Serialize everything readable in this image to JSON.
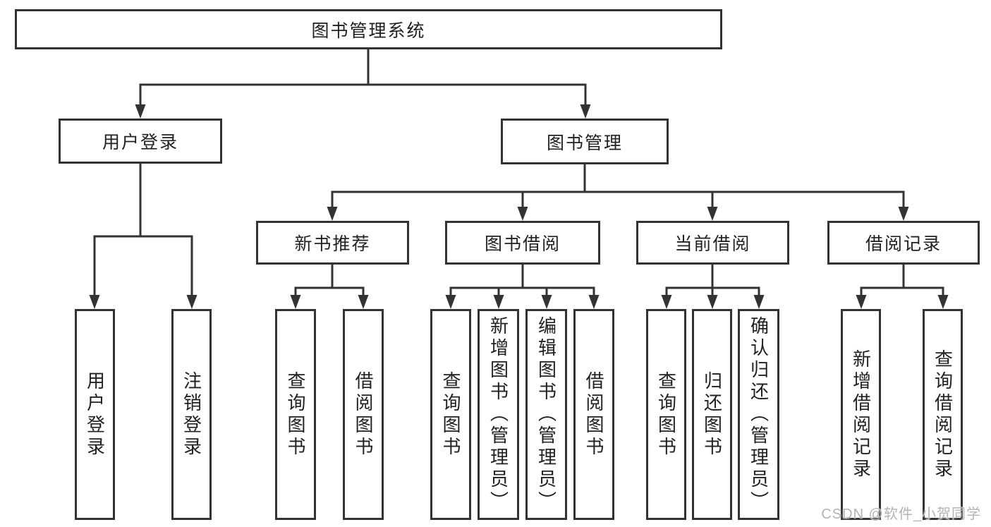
{
  "diagram": {
    "root": {
      "label": "图书管理系统"
    },
    "branches": [
      {
        "label": "用户登录",
        "children": [
          {
            "label": "用户登录"
          },
          {
            "label": "注销登录"
          }
        ]
      },
      {
        "label": "图书管理",
        "children": [
          {
            "label": "新书推荐",
            "children": [
              {
                "label": "查询图书"
              },
              {
                "label": "借阅图书"
              }
            ]
          },
          {
            "label": "图书借阅",
            "children": [
              {
                "label": "查询图书"
              },
              {
                "label": "新增图书（管理员）"
              },
              {
                "label": "编辑图书（管理员）"
              },
              {
                "label": "借阅图书"
              }
            ]
          },
          {
            "label": "当前借阅",
            "children": [
              {
                "label": "查询图书"
              },
              {
                "label": "归还图书"
              },
              {
                "label": "确认归还（管理员）"
              }
            ]
          },
          {
            "label": "借阅记录",
            "children": [
              {
                "label": "新增借阅记录"
              },
              {
                "label": "查询借阅记录"
              }
            ]
          }
        ]
      }
    ]
  },
  "watermark": {
    "text": "CSDN @软件_小贺同学"
  },
  "colors": {
    "line": "#333333",
    "text": "#212121",
    "background": "#ffffff",
    "watermark": "#b3b3b3"
  }
}
